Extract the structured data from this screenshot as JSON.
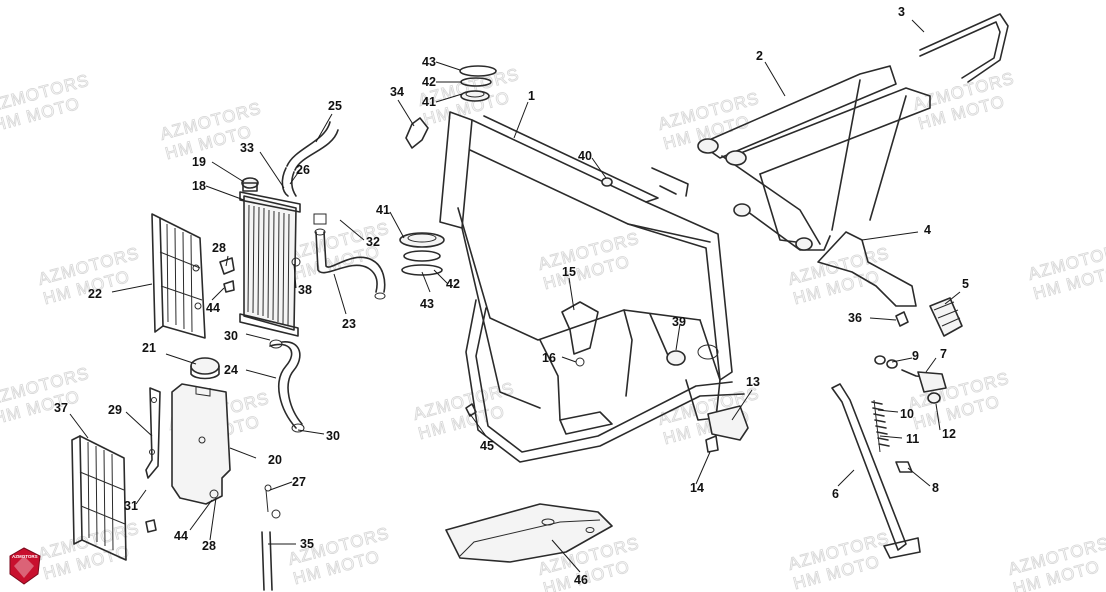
{
  "watermark": {
    "line1": "AZMOTORS",
    "line2": "HM MOTO"
  },
  "logo": {
    "text": "AZMOTORS",
    "color": "#c8102e"
  },
  "callouts": [
    {
      "id": "c1",
      "label": "1"
    },
    {
      "id": "c2",
      "label": "2"
    },
    {
      "id": "c3",
      "label": "3"
    },
    {
      "id": "c4",
      "label": "4"
    },
    {
      "id": "c5",
      "label": "5"
    },
    {
      "id": "c6",
      "label": "6"
    },
    {
      "id": "c7",
      "label": "7"
    },
    {
      "id": "c8",
      "label": "8"
    },
    {
      "id": "c9",
      "label": "9"
    },
    {
      "id": "c10",
      "label": "10"
    },
    {
      "id": "c11",
      "label": "11"
    },
    {
      "id": "c12",
      "label": "12"
    },
    {
      "id": "c13",
      "label": "13"
    },
    {
      "id": "c14",
      "label": "14"
    },
    {
      "id": "c15",
      "label": "15"
    },
    {
      "id": "c16",
      "label": "16"
    },
    {
      "id": "c18",
      "label": "18"
    },
    {
      "id": "c19",
      "label": "19"
    },
    {
      "id": "c20",
      "label": "20"
    },
    {
      "id": "c21",
      "label": "21"
    },
    {
      "id": "c22",
      "label": "22"
    },
    {
      "id": "c23",
      "label": "23"
    },
    {
      "id": "c24",
      "label": "24"
    },
    {
      "id": "c25",
      "label": "25"
    },
    {
      "id": "c26",
      "label": "26"
    },
    {
      "id": "c27",
      "label": "27"
    },
    {
      "id": "c28a",
      "label": "28"
    },
    {
      "id": "c28b",
      "label": "28"
    },
    {
      "id": "c29",
      "label": "29"
    },
    {
      "id": "c30a",
      "label": "30"
    },
    {
      "id": "c30b",
      "label": "30"
    },
    {
      "id": "c31",
      "label": "31"
    },
    {
      "id": "c32",
      "label": "32"
    },
    {
      "id": "c33",
      "label": "33"
    },
    {
      "id": "c34",
      "label": "34"
    },
    {
      "id": "c35",
      "label": "35"
    },
    {
      "id": "c36",
      "label": "36"
    },
    {
      "id": "c37",
      "label": "37"
    },
    {
      "id": "c38",
      "label": "38"
    },
    {
      "id": "c39",
      "label": "39"
    },
    {
      "id": "c40",
      "label": "40"
    },
    {
      "id": "c41a",
      "label": "41"
    },
    {
      "id": "c41b",
      "label": "41"
    },
    {
      "id": "c42a",
      "label": "42"
    },
    {
      "id": "c42b",
      "label": "42"
    },
    {
      "id": "c43a",
      "label": "43"
    },
    {
      "id": "c43b",
      "label": "43"
    },
    {
      "id": "c44a",
      "label": "44"
    },
    {
      "id": "c44b",
      "label": "44"
    },
    {
      "id": "c45",
      "label": "45"
    },
    {
      "id": "c46",
      "label": "46"
    }
  ]
}
